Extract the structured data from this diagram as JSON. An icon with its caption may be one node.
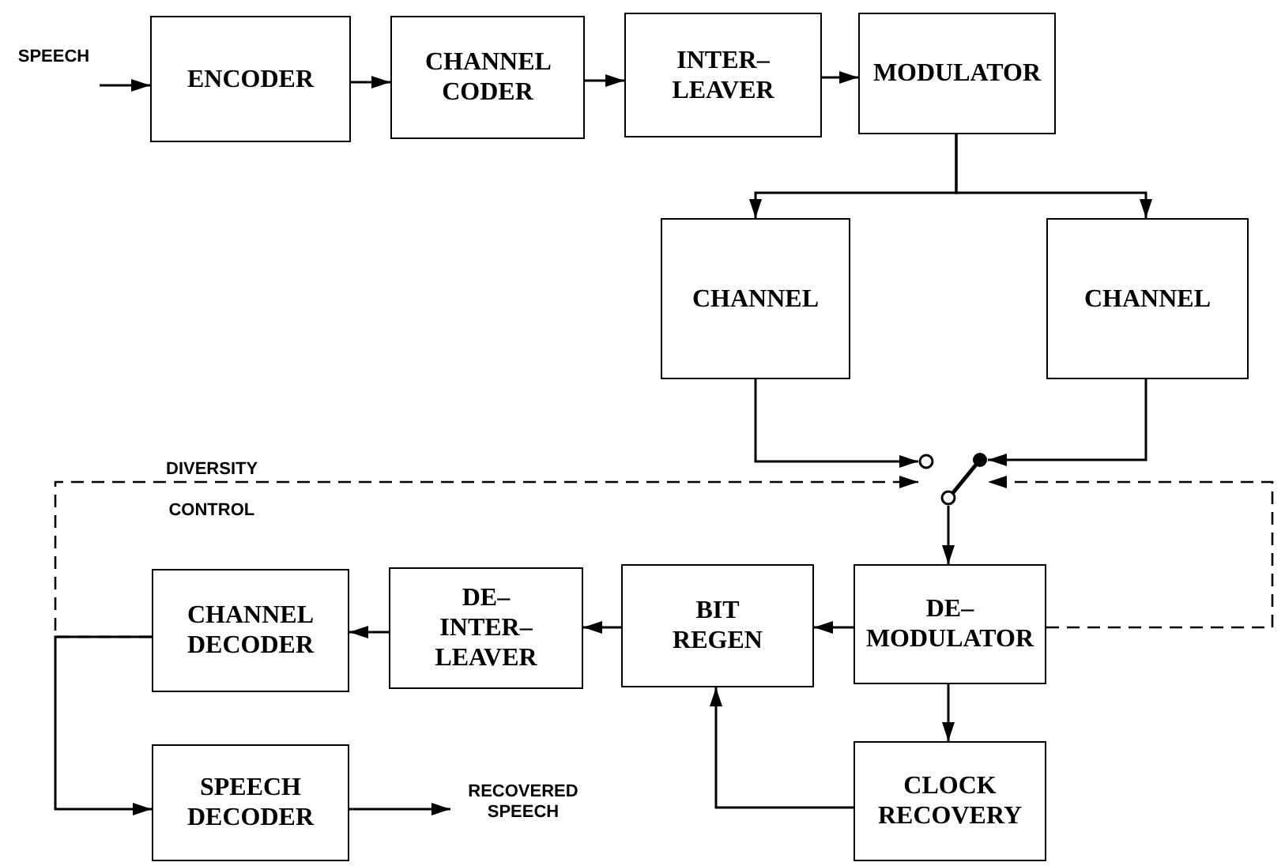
{
  "diagram": {
    "nodes": [
      {
        "text": [
          "SPEECH"
        ]
      },
      {
        "text": [
          "ENCODER"
        ]
      },
      {
        "text": [
          "CHANNEL CODER"
        ]
      },
      {
        "text": [
          "INTER– LEAVER"
        ]
      },
      {
        "text": [
          "MODULATOR"
        ]
      },
      {
        "text": [
          "CHANNEL"
        ]
      },
      {
        "text": [
          "CHANNEL"
        ]
      },
      {
        "text": [],
        "shape": "switch"
      },
      {
        "text": [
          "CHANNEL DECODER"
        ]
      },
      {
        "text": [
          "DE– INTER– LEAVER"
        ]
      },
      {
        "text": [
          "BIT REGEN"
        ]
      },
      {
        "text": [
          "DE– MODULATOR"
        ]
      },
      {
        "text": [
          "SPEECH DECODER"
        ]
      },
      {
        "text": [
          "CLOCK RECOVERY"
        ]
      },
      {
        "text": [
          "RECOVERED SPEECH"
        ]
      }
    ],
    "edges": [
      {
        "from": 0,
        "to": 1,
        "arrow": "to"
      },
      {
        "from": 1,
        "to": 2,
        "arrow": "to"
      },
      {
        "from": 2,
        "to": 3,
        "arrow": "to"
      },
      {
        "from": 3,
        "to": 4,
        "arrow": "to"
      },
      {
        "from": 4,
        "to": 5,
        "arrow": "to"
      },
      {
        "from": 4,
        "to": 6,
        "arrow": "to"
      },
      {
        "from": 5,
        "to": 7,
        "arrow": "to"
      },
      {
        "from": 6,
        "to": 7,
        "arrow": "to"
      },
      {
        "from": 7,
        "to": 11,
        "arrow": "to"
      },
      {
        "from": 11,
        "to": 10,
        "arrow": "to"
      },
      {
        "from": 10,
        "to": 9,
        "arrow": "to"
      },
      {
        "from": 9,
        "to": 8,
        "arrow": "to"
      },
      {
        "from": 8,
        "to": 12,
        "arrow": "to"
      },
      {
        "from": 12,
        "to": 14,
        "arrow": "to"
      },
      {
        "from": 11,
        "to": 13,
        "arrow": "to"
      },
      {
        "from": 13,
        "to": 10,
        "arrow": "to"
      },
      {
        "from": 8,
        "to": 7,
        "arrow": "to",
        "label": "DIVERSITY CONTROL",
        "style": "dashed"
      },
      {
        "from": 11,
        "to": 7,
        "arrow": "to",
        "style": "dashed"
      }
    ]
  }
}
